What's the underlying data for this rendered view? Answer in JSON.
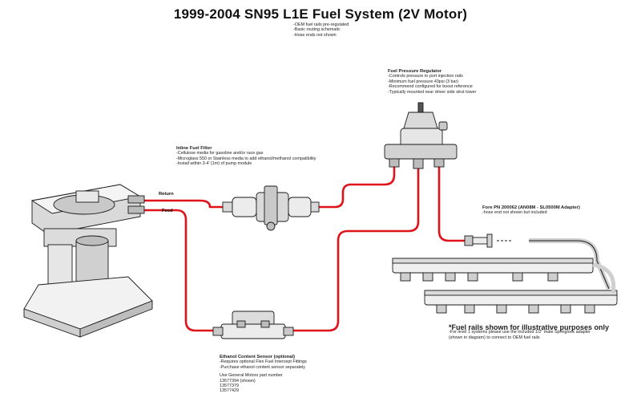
{
  "title": "1999-2004 SN95 L1E Fuel System (2V Motor)",
  "header_notes": [
    "-OEM fuel rails pre-regulated",
    "-Basic routing schematic",
    "-Hose ends not shown"
  ],
  "regulator": {
    "title": "Fuel Pressure Regulator",
    "lines": [
      "-Controls pressure to port injection rails",
      "-Minimum fuel pressure 43psi (3 bar)",
      "-Recommend configured for boost reference",
      "-Typically mounted near driver side strut tower"
    ]
  },
  "filter": {
    "title": "Inline Fuel Filter",
    "lines": [
      "-Cellulose media for gasoline and/or race gas",
      "-Microglass 550 or Stainless media to add ethanol/methanol compatibility",
      "-Install within 3-4' (1m) of pump module"
    ]
  },
  "adapter": {
    "title": "Fore PN 200062 (AN08M - SL0500M Adapter)",
    "lines": [
      "-hose end not shown but included"
    ]
  },
  "sensor": {
    "title": "Ethanol Content Sensor  (optional)",
    "lines": [
      "-Requires optional Flex Fuel Intercept Fittings",
      "-Purchase ethanol content sensor separately"
    ],
    "gm_title": "Use General Motors part number",
    "gm_parts": [
      "13577394 (shown)",
      "13577379",
      "13577429"
    ]
  },
  "pump_labels": {
    "return": "Return",
    "feed": "Feed"
  },
  "rails_note": {
    "title": "*Fuel rails shown for illustrative purposes only",
    "lines": [
      "-For level 1 systems please use the included 1/2\" male Springlock adapter",
      "(shown in diagram) to connect to OEM fuel rails"
    ]
  },
  "colors": {
    "fuel_line": "#e0131b",
    "outline": "#1a1a1a",
    "fill_light": "#ececec",
    "fill_mid": "#c9c9c9"
  }
}
